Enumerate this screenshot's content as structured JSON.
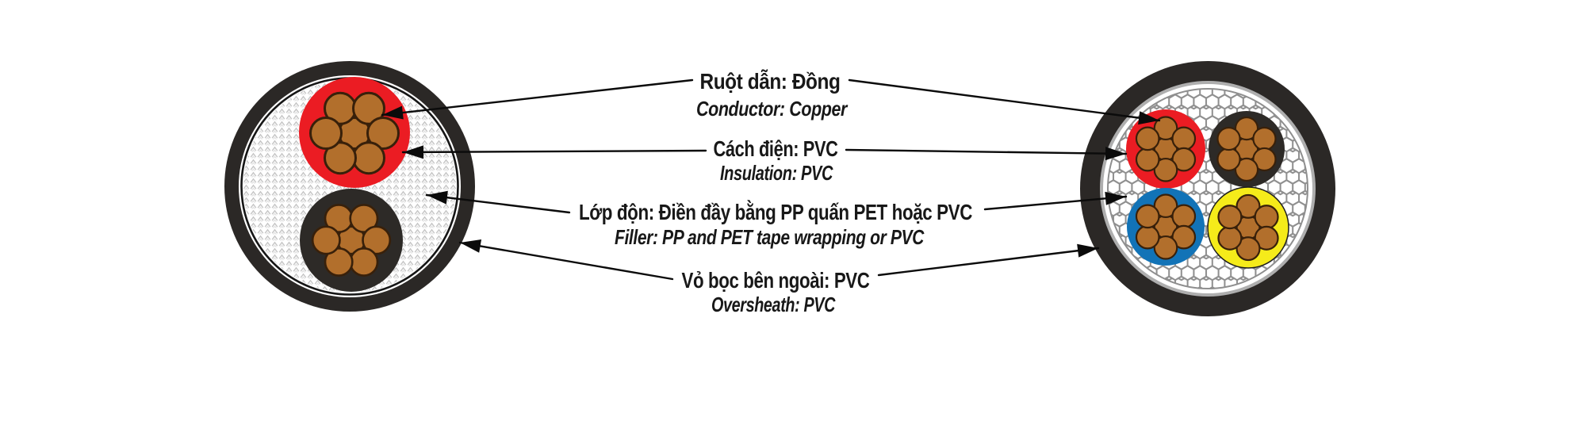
{
  "figure": {
    "labels": [
      {
        "id": "conductor",
        "vn": "Ruột dẫn: Đồng",
        "en": "Conductor: Copper"
      },
      {
        "id": "insulation",
        "vn": "Cách điện: PVC",
        "en": "Insulation: PVC"
      },
      {
        "id": "filler",
        "vn": "Lớp độn: Điền đầy bằng PP quấn PET hoặc PVC",
        "en": "Filler: PP and PET tape wrapping or PVC"
      },
      {
        "id": "oversheath",
        "vn": "Vỏ bọc bên ngoài: PVC",
        "en": "Oversheath: PVC"
      }
    ],
    "left_cable": {
      "core_count": 2,
      "core_colors": [
        "red",
        "black"
      ],
      "strands_per_core": 7
    },
    "right_cable": {
      "core_count": 4,
      "core_colors": [
        "red",
        "black",
        "blue",
        "yellow"
      ],
      "strands_per_core": 7
    },
    "colors": {
      "copper": "#B26F2C",
      "copper_outline": "#38200A",
      "core_red": "#EB1C23",
      "core_black": "#2D2A27",
      "core_blue": "#1273B7",
      "core_yellow": "#F5EB1A",
      "oversheath": "#2B2826",
      "annotation": "#0B0B0B"
    }
  }
}
